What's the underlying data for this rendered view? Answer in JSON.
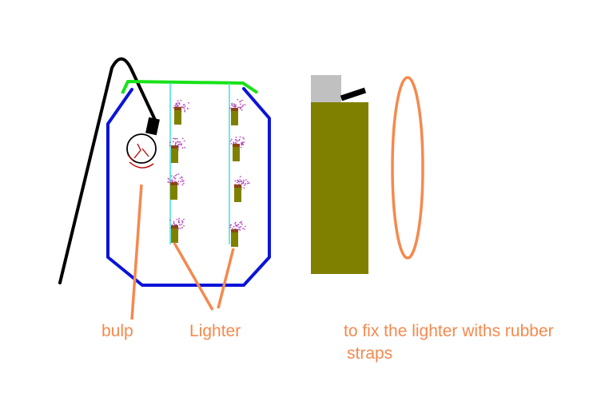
{
  "labels": {
    "bulb": "bulp",
    "lighter": "Lighter",
    "note_line1": "to fix the lighter withs rubber",
    "note_line2": "straps"
  },
  "colors": {
    "background": "#ffffff",
    "label": "#f5894e",
    "leader": "#f5894e",
    "box_outline": "#0a14d8",
    "box_top": "#17e217",
    "wire": "#000000",
    "rail": "#3fe0e0",
    "lighter_body": "#808000",
    "lighter_cap": "#c0c0c0",
    "lighter_lever": "#000000",
    "flame": "#b84fbf",
    "bulb_glass": "#ffffff",
    "bulb_outline": "#000000",
    "bulb_filament": "#c00000",
    "rubber_strap": "#f5894e"
  },
  "icons": {
    "bulb": "light-bulb-icon",
    "mini_lighter": "lighter-icon",
    "flame": "flame-icon",
    "big_lighter": "lighter-icon",
    "strap": "rubber-band-icon"
  }
}
